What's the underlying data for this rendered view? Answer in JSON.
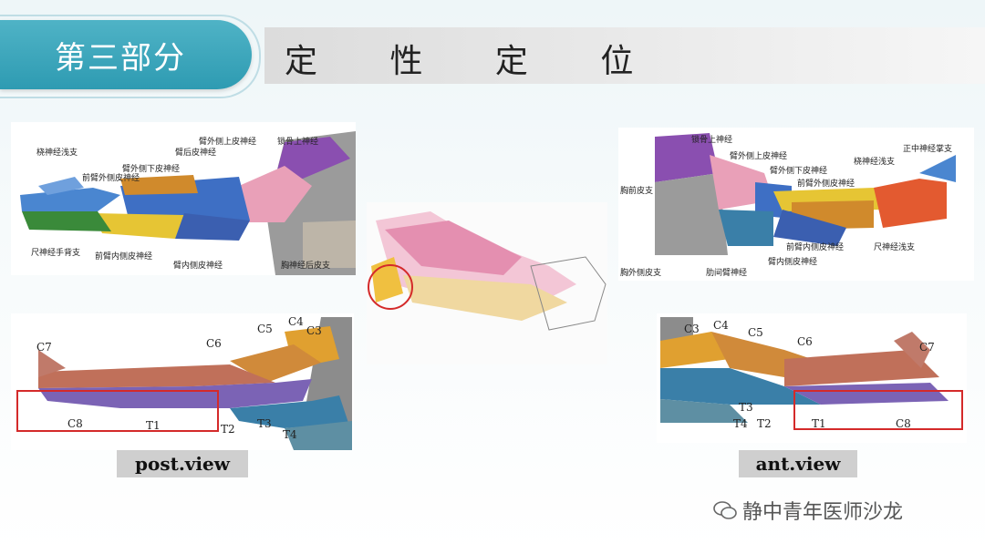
{
  "header": {
    "section": "第三部分",
    "title": "定 性 定 位"
  },
  "post_nerves": {
    "n1": "桡神经浅支",
    "n2": "前臂外侧皮神经",
    "n3": "臂外侧下皮神经",
    "n4": "臂后皮神经",
    "n5": "臂外侧上皮神经",
    "n6": "锁骨上神经",
    "n7": "尺神经手背支",
    "n8": "前臂内侧皮神经",
    "n9": "臂内侧皮神经",
    "n10": "胸神经后皮支"
  },
  "ant_nerves": {
    "n1": "锁骨上神经",
    "n2": "臂外侧上皮神经",
    "n3": "臂外侧下皮神经",
    "n4": "桡神经浅支",
    "n5": "正中神经掌支",
    "n6": "胸前皮支",
    "n7": "前臂外侧皮神经",
    "n8": "前臂内侧皮神经",
    "n9": "尺神经浅支",
    "n10": "胸外侧皮支",
    "n11": "肋间臂神经",
    "n12": "臂内侧皮神经"
  },
  "post_derm": {
    "c7": "C7",
    "c6": "C6",
    "c5": "C5",
    "c4": "C4",
    "c3": "C3",
    "c8": "C8",
    "t1": "T1",
    "t2": "T2",
    "t3": "T3",
    "t4": "T4"
  },
  "ant_derm": {
    "c3": "C3",
    "c4": "C4",
    "c5": "C5",
    "c6": "C6",
    "c7": "C7",
    "t3": "T3",
    "t4": "T4",
    "t2": "T2",
    "t1": "T1",
    "c8": "C8"
  },
  "views": {
    "post": "post.view",
    "ant": "ant.view"
  },
  "watermark": {
    "text": "静中青年医师沙龙",
    "icon": "wechat-icon"
  },
  "colors": {
    "accent": "#2e9bb2",
    "highlight_box": "#d42a2a"
  }
}
